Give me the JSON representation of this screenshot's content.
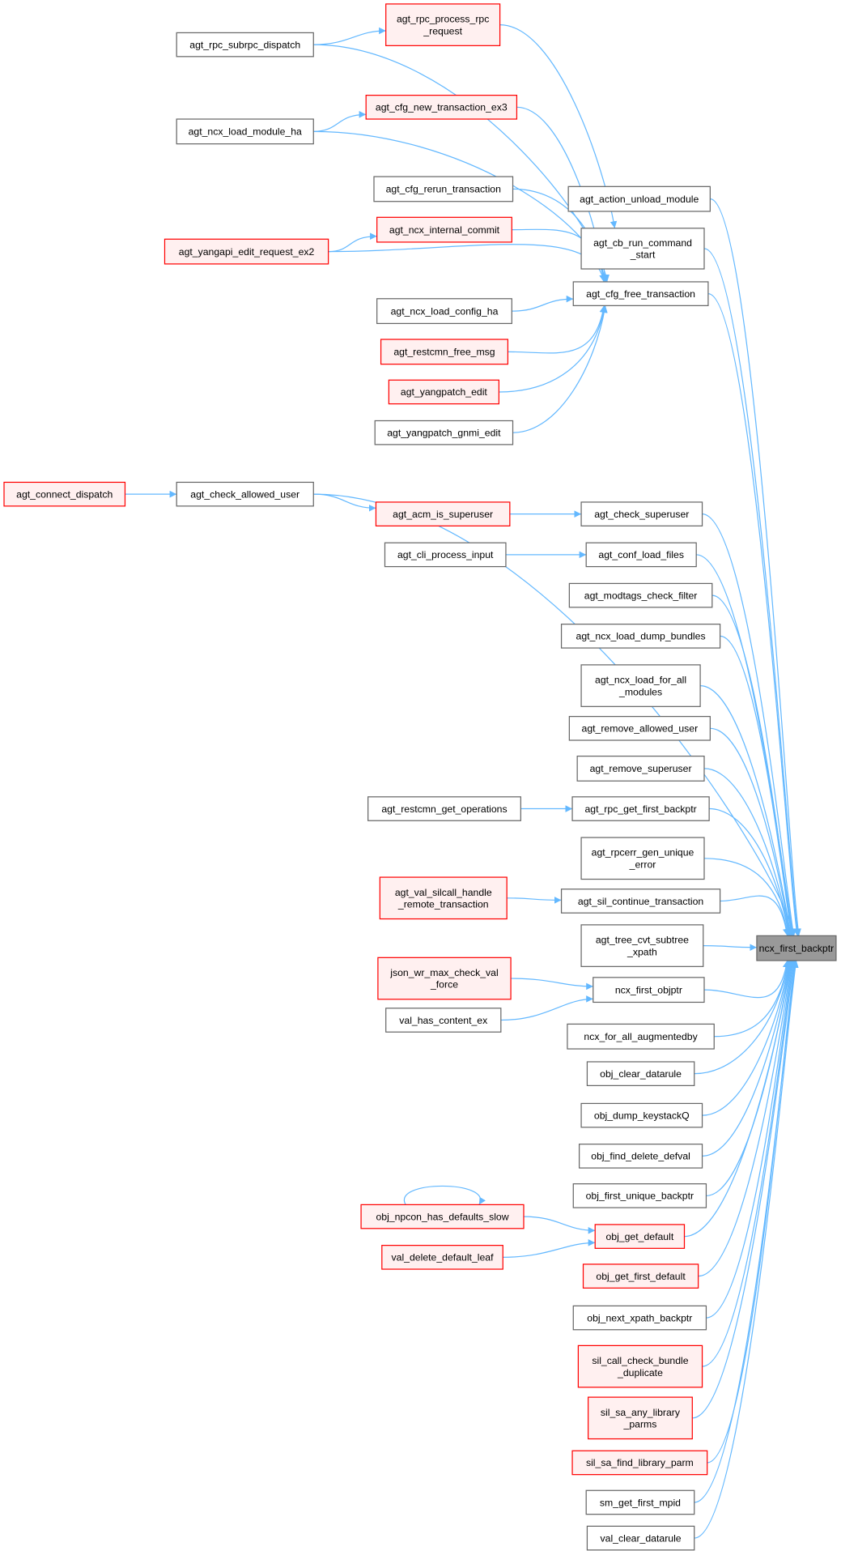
{
  "title": "ncx_first_backptr caller graph",
  "colors": {
    "edge": "#63b8ff",
    "red_border": "#ff0000",
    "red_fill": "#fff0f0",
    "target_fill": "#999999",
    "border": "#666666"
  },
  "nodes": [
    {
      "id": "target",
      "lines": [
        "ncx_first_backptr"
      ],
      "style": "target"
    },
    {
      "id": "agt_connect_dispatch",
      "lines": [
        "agt_connect_dispatch"
      ],
      "style": "red"
    },
    {
      "id": "agt_rpc_subrpc_dispatch",
      "lines": [
        "agt_rpc_subrpc_dispatch"
      ],
      "style": "normal"
    },
    {
      "id": "agt_ncx_load_module_ha",
      "lines": [
        "agt_ncx_load_module_ha"
      ],
      "style": "normal"
    },
    {
      "id": "agt_yangapi_edit_request_ex2",
      "lines": [
        "agt_yangapi_edit_request_ex2"
      ],
      "style": "red"
    },
    {
      "id": "agt_check_allowed_user",
      "lines": [
        "agt_check_allowed_user"
      ],
      "style": "normal"
    },
    {
      "id": "agt_rpc_process_rpc_request",
      "lines": [
        "agt_rpc_process_rpc",
        "_request"
      ],
      "style": "red"
    },
    {
      "id": "agt_cfg_new_transaction_ex3",
      "lines": [
        "agt_cfg_new_transaction_ex3"
      ],
      "style": "red"
    },
    {
      "id": "agt_cfg_rerun_transaction",
      "lines": [
        "agt_cfg_rerun_transaction"
      ],
      "style": "normal"
    },
    {
      "id": "agt_ncx_internal_commit",
      "lines": [
        "agt_ncx_internal_commit"
      ],
      "style": "red"
    },
    {
      "id": "agt_ncx_load_config_ha",
      "lines": [
        "agt_ncx_load_config_ha"
      ],
      "style": "normal"
    },
    {
      "id": "agt_restcmn_free_msg",
      "lines": [
        "agt_restcmn_free_msg"
      ],
      "style": "red"
    },
    {
      "id": "agt_yangpatch_edit",
      "lines": [
        "agt_yangpatch_edit"
      ],
      "style": "red"
    },
    {
      "id": "agt_yangpatch_gnmi_edit",
      "lines": [
        "agt_yangpatch_gnmi_edit"
      ],
      "style": "normal"
    },
    {
      "id": "agt_acm_is_superuser",
      "lines": [
        "agt_acm_is_superuser"
      ],
      "style": "red"
    },
    {
      "id": "agt_cli_process_input",
      "lines": [
        "agt_cli_process_input"
      ],
      "style": "normal"
    },
    {
      "id": "agt_restcmn_get_operations",
      "lines": [
        "agt_restcmn_get_operations"
      ],
      "style": "normal"
    },
    {
      "id": "agt_val_silcall_handle_remote_transaction",
      "lines": [
        "agt_val_silcall_handle",
        "_remote_transaction"
      ],
      "style": "red"
    },
    {
      "id": "json_wr_max_check_val_force",
      "lines": [
        "json_wr_max_check_val",
        "_force"
      ],
      "style": "red"
    },
    {
      "id": "val_has_content_ex",
      "lines": [
        "val_has_content_ex"
      ],
      "style": "normal"
    },
    {
      "id": "obj_npcon_has_defaults_slow",
      "lines": [
        "obj_npcon_has_defaults_slow"
      ],
      "style": "red"
    },
    {
      "id": "val_delete_default_leaf",
      "lines": [
        "val_delete_default_leaf"
      ],
      "style": "red"
    },
    {
      "id": "agt_action_unload_module",
      "lines": [
        "agt_action_unload_module"
      ],
      "style": "normal"
    },
    {
      "id": "agt_cb_run_command_start",
      "lines": [
        "agt_cb_run_command",
        "_start"
      ],
      "style": "normal"
    },
    {
      "id": "agt_cfg_free_transaction",
      "lines": [
        "agt_cfg_free_transaction"
      ],
      "style": "normal"
    },
    {
      "id": "agt_check_superuser",
      "lines": [
        "agt_check_superuser"
      ],
      "style": "normal"
    },
    {
      "id": "agt_conf_load_files",
      "lines": [
        "agt_conf_load_files"
      ],
      "style": "normal"
    },
    {
      "id": "agt_modtags_check_filter",
      "lines": [
        "agt_modtags_check_filter"
      ],
      "style": "normal"
    },
    {
      "id": "agt_ncx_load_dump_bundles",
      "lines": [
        "agt_ncx_load_dump_bundles"
      ],
      "style": "normal"
    },
    {
      "id": "agt_ncx_load_for_all_modules",
      "lines": [
        "agt_ncx_load_for_all",
        "_modules"
      ],
      "style": "normal"
    },
    {
      "id": "agt_remove_allowed_user",
      "lines": [
        "agt_remove_allowed_user"
      ],
      "style": "normal"
    },
    {
      "id": "agt_remove_superuser",
      "lines": [
        "agt_remove_superuser"
      ],
      "style": "normal"
    },
    {
      "id": "agt_rpc_get_first_backptr",
      "lines": [
        "agt_rpc_get_first_backptr"
      ],
      "style": "normal"
    },
    {
      "id": "agt_rpcerr_gen_unique_error",
      "lines": [
        "agt_rpcerr_gen_unique",
        "_error"
      ],
      "style": "normal"
    },
    {
      "id": "agt_sil_continue_transaction",
      "lines": [
        "agt_sil_continue_transaction"
      ],
      "style": "normal"
    },
    {
      "id": "agt_tree_cvt_subtree_xpath",
      "lines": [
        "agt_tree_cvt_subtree",
        "_xpath"
      ],
      "style": "normal"
    },
    {
      "id": "ncx_first_objptr",
      "lines": [
        "ncx_first_objptr"
      ],
      "style": "normal"
    },
    {
      "id": "ncx_for_all_augmentedby",
      "lines": [
        "ncx_for_all_augmentedby"
      ],
      "style": "normal"
    },
    {
      "id": "obj_clear_datarule",
      "lines": [
        "obj_clear_datarule"
      ],
      "style": "normal"
    },
    {
      "id": "obj_dump_keystackQ",
      "lines": [
        "obj_dump_keystackQ"
      ],
      "style": "normal"
    },
    {
      "id": "obj_find_delete_defval",
      "lines": [
        "obj_find_delete_defval"
      ],
      "style": "normal"
    },
    {
      "id": "obj_first_unique_backptr",
      "lines": [
        "obj_first_unique_backptr"
      ],
      "style": "normal"
    },
    {
      "id": "obj_get_default",
      "lines": [
        "obj_get_default"
      ],
      "style": "red"
    },
    {
      "id": "obj_get_first_default",
      "lines": [
        "obj_get_first_default"
      ],
      "style": "red"
    },
    {
      "id": "obj_next_xpath_backptr",
      "lines": [
        "obj_next_xpath_backptr"
      ],
      "style": "normal"
    },
    {
      "id": "sil_call_check_bundle_duplicate",
      "lines": [
        "sil_call_check_bundle",
        "_duplicate"
      ],
      "style": "red"
    },
    {
      "id": "sil_sa_any_library_parms",
      "lines": [
        "sil_sa_any_library",
        "_parms"
      ],
      "style": "red"
    },
    {
      "id": "sil_sa_find_library_parm",
      "lines": [
        "sil_sa_find_library_parm"
      ],
      "style": "red"
    },
    {
      "id": "sm_get_first_mpid",
      "lines": [
        "sm_get_first_mpid"
      ],
      "style": "normal"
    },
    {
      "id": "val_clear_datarule",
      "lines": [
        "val_clear_datarule"
      ],
      "style": "normal"
    }
  ],
  "edges": [
    [
      "agt_rpc_subrpc_dispatch",
      "agt_rpc_process_rpc_request"
    ],
    [
      "agt_rpc_subrpc_dispatch",
      "agt_cfg_free_transaction"
    ],
    [
      "agt_rpc_process_rpc_request",
      "agt_cb_run_command_start"
    ],
    [
      "agt_ncx_load_module_ha",
      "agt_cfg_new_transaction_ex3"
    ],
    [
      "agt_ncx_load_module_ha",
      "agt_cfg_free_transaction"
    ],
    [
      "agt_cfg_new_transaction_ex3",
      "agt_cfg_free_transaction"
    ],
    [
      "agt_cfg_rerun_transaction",
      "agt_cfg_free_transaction"
    ],
    [
      "agt_yangapi_edit_request_ex2",
      "agt_ncx_internal_commit"
    ],
    [
      "agt_yangapi_edit_request_ex2",
      "agt_cfg_free_transaction"
    ],
    [
      "agt_ncx_internal_commit",
      "agt_cfg_free_transaction"
    ],
    [
      "agt_ncx_load_config_ha",
      "agt_cfg_free_transaction"
    ],
    [
      "agt_restcmn_free_msg",
      "agt_cfg_free_transaction"
    ],
    [
      "agt_yangpatch_edit",
      "agt_cfg_free_transaction"
    ],
    [
      "agt_yangpatch_gnmi_edit",
      "agt_cfg_free_transaction"
    ],
    [
      "agt_connect_dispatch",
      "agt_check_allowed_user"
    ],
    [
      "agt_check_allowed_user",
      "agt_acm_is_superuser"
    ],
    [
      "agt_check_allowed_user",
      "target"
    ],
    [
      "agt_acm_is_superuser",
      "agt_check_superuser"
    ],
    [
      "agt_cli_process_input",
      "agt_conf_load_files"
    ],
    [
      "agt_restcmn_get_operations",
      "agt_rpc_get_first_backptr"
    ],
    [
      "agt_val_silcall_handle_remote_transaction",
      "agt_sil_continue_transaction"
    ],
    [
      "json_wr_max_check_val_force",
      "ncx_first_objptr"
    ],
    [
      "val_has_content_ex",
      "ncx_first_objptr"
    ],
    [
      "obj_npcon_has_defaults_slow",
      "obj_npcon_has_defaults_slow"
    ],
    [
      "obj_npcon_has_defaults_slow",
      "obj_get_default"
    ],
    [
      "val_delete_default_leaf",
      "obj_get_default"
    ],
    [
      "agt_action_unload_module",
      "target"
    ],
    [
      "agt_cb_run_command_start",
      "target"
    ],
    [
      "agt_cfg_free_transaction",
      "target"
    ],
    [
      "agt_check_superuser",
      "target"
    ],
    [
      "agt_conf_load_files",
      "target"
    ],
    [
      "agt_modtags_check_filter",
      "target"
    ],
    [
      "agt_ncx_load_dump_bundles",
      "target"
    ],
    [
      "agt_ncx_load_for_all_modules",
      "target"
    ],
    [
      "agt_remove_allowed_user",
      "target"
    ],
    [
      "agt_remove_superuser",
      "target"
    ],
    [
      "agt_rpc_get_first_backptr",
      "target"
    ],
    [
      "agt_rpcerr_gen_unique_error",
      "target"
    ],
    [
      "agt_sil_continue_transaction",
      "target"
    ],
    [
      "agt_tree_cvt_subtree_xpath",
      "target"
    ],
    [
      "ncx_first_objptr",
      "target"
    ],
    [
      "ncx_for_all_augmentedby",
      "target"
    ],
    [
      "obj_clear_datarule",
      "target"
    ],
    [
      "obj_dump_keystackQ",
      "target"
    ],
    [
      "obj_find_delete_defval",
      "target"
    ],
    [
      "obj_first_unique_backptr",
      "target"
    ],
    [
      "obj_get_default",
      "target"
    ],
    [
      "obj_get_first_default",
      "target"
    ],
    [
      "obj_next_xpath_backptr",
      "target"
    ],
    [
      "sil_call_check_bundle_duplicate",
      "target"
    ],
    [
      "sil_sa_any_library_parms",
      "target"
    ],
    [
      "sil_sa_find_library_parm",
      "target"
    ],
    [
      "sm_get_first_mpid",
      "target"
    ],
    [
      "val_clear_datarule",
      "target"
    ]
  ]
}
